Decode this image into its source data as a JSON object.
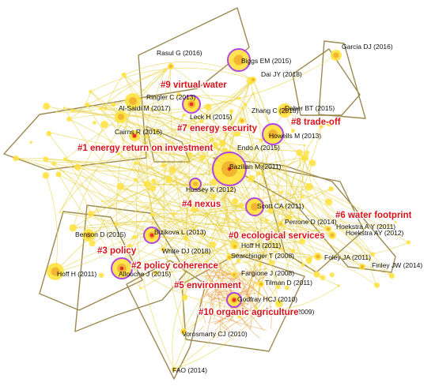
{
  "colors": {
    "hull": "#9c8a52",
    "link": "#e6cf3a",
    "node_fill": "#ffe23c",
    "node_core": "#f2b531",
    "ring": "#b045e0",
    "hot": "#e0342a",
    "cluster_label": "#d8141a"
  },
  "clusters": [
    {
      "id": "c9",
      "label": "#9 virtual water"
    },
    {
      "id": "c7",
      "label": "#7 energy security"
    },
    {
      "id": "c8",
      "label": "#8 trade-off"
    },
    {
      "id": "c1",
      "label": "#1 energy return on investment"
    },
    {
      "id": "c4",
      "label": "#4 nexus"
    },
    {
      "id": "c6",
      "label": "#6 water footprint"
    },
    {
      "id": "c0",
      "label": "#0 ecological services"
    },
    {
      "id": "c3",
      "label": "#3 policy"
    },
    {
      "id": "c2",
      "label": "#2 policy coherence"
    },
    {
      "id": "c5",
      "label": "#5 environment"
    },
    {
      "id": "c10",
      "label": "#10 organic agriculture"
    }
  ],
  "authors": [
    {
      "id": "rasul",
      "label": "Rasul G (2016)",
      "size": 4
    },
    {
      "id": "biggs",
      "label": "Biggs EM (2015)",
      "size": 13
    },
    {
      "id": "garcia",
      "label": "Garcia DJ (2016)",
      "size": 7
    },
    {
      "id": "dai",
      "label": "Dai JY (2018)",
      "size": 4
    },
    {
      "id": "ringler",
      "label": "Ringler C (2013)",
      "size": 10
    },
    {
      "id": "alsaidi",
      "label": "Al-Saidi M (2017)",
      "size": 8
    },
    {
      "id": "zhang",
      "label": "Zhang C (2018)",
      "size": 4
    },
    {
      "id": "daher",
      "label": "Daher BT (2015)",
      "size": 9
    },
    {
      "id": "leck",
      "label": "Leck H (2015)",
      "size": 10
    },
    {
      "id": "cairns",
      "label": "Cairns R (2016)",
      "size": 7
    },
    {
      "id": "howells",
      "label": "Howells M (2013)",
      "size": 12
    },
    {
      "id": "endo",
      "label": "Endo A (2015)",
      "size": 5
    },
    {
      "id": "bazilian",
      "label": "Bazilian M (2011)",
      "size": 20
    },
    {
      "id": "hussey",
      "label": "Hussey K (2012)",
      "size": 6
    },
    {
      "id": "scott",
      "label": "Scott CA (2011)",
      "size": 10
    },
    {
      "id": "perrone",
      "label": "Perrone D (2014)",
      "size": 3
    },
    {
      "id": "hoekstra1",
      "label": "Hoekstra A Y (2011)",
      "size": 4
    },
    {
      "id": "benson",
      "label": "Benson D (2015)",
      "size": 8
    },
    {
      "id": "bizikova",
      "label": "Bizikova L (2013)",
      "size": 9
    },
    {
      "id": "hoekstra2",
      "label": "Hoekstra AY (2012)",
      "size": 5
    },
    {
      "id": "white",
      "label": "White DJ (2018)",
      "size": 3
    },
    {
      "id": "hoff1",
      "label": "Hoff H (2011)",
      "size": 4
    },
    {
      "id": "searchinger",
      "label": "Searchinger T (2008)",
      "size": 4
    },
    {
      "id": "foley",
      "label": "Foley JA (2011)",
      "size": 5
    },
    {
      "id": "hoff2",
      "label": "Hoff H (2011)",
      "size": 11
    },
    {
      "id": "allouche",
      "label": "Allouche J (2015)",
      "size": 12
    },
    {
      "id": "fargione",
      "label": "Fargione J (2008)",
      "size": 4
    },
    {
      "id": "finley",
      "label": "Finley JW (2014)",
      "size": 4
    },
    {
      "id": "tilman",
      "label": "Tilman D (2011)",
      "size": 4
    },
    {
      "id": "godfray",
      "label": "Godfray HCJ (2010)",
      "size": 8
    },
    {
      "id": "cordell",
      "label": "Cordell D (2009)",
      "size": 4
    },
    {
      "id": "vorosmarty",
      "label": "Vorosmarty CJ (2010)",
      "size": 4
    },
    {
      "id": "fao",
      "label": "FAO (2014)",
      "size": 3
    }
  ]
}
